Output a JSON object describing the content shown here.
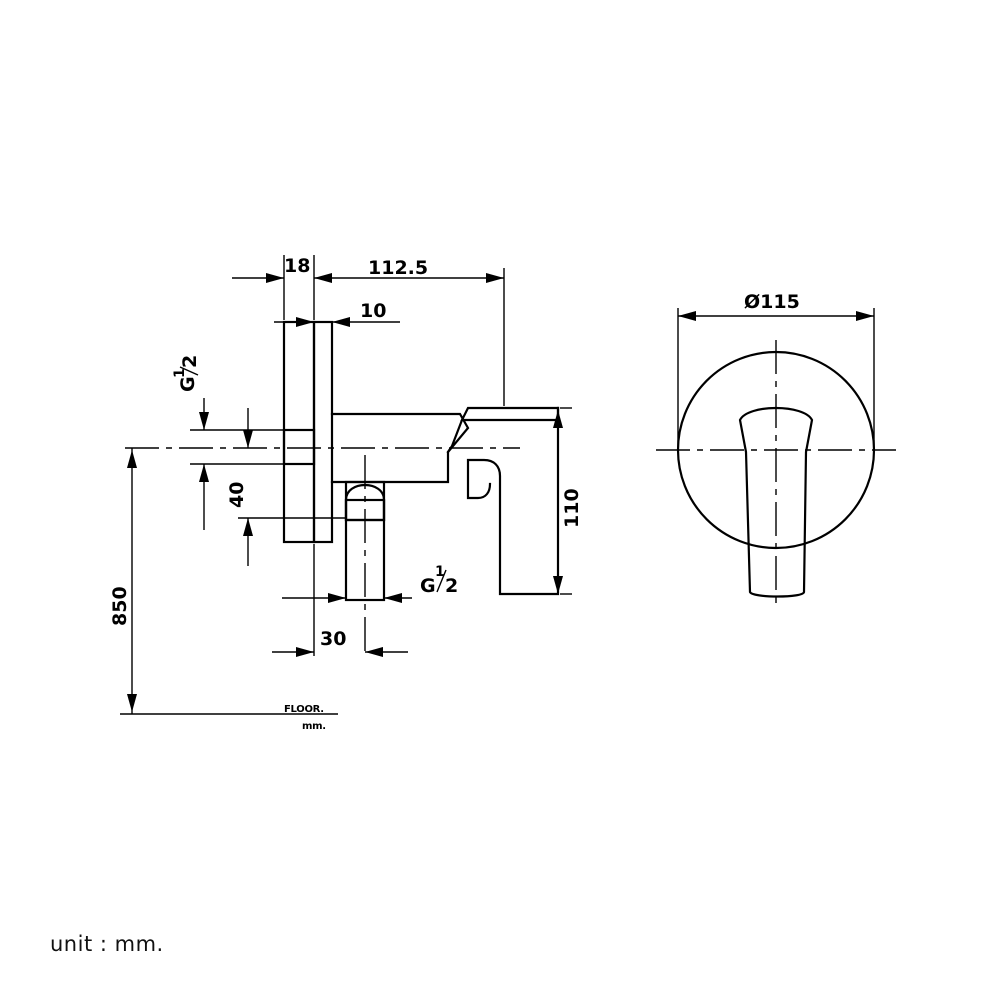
{
  "dimensions": {
    "plate_thickness": "18",
    "body_depth": "112.5",
    "offset": "10",
    "diameter": "Ø115",
    "height_40": "40",
    "height_110": "110",
    "mount_height": "850",
    "outlet_width": "30",
    "thread_main": "G",
    "thread_num": "1",
    "thread_den": "2"
  },
  "labels": {
    "floor": "FLOOR.",
    "mm_small": "mm.",
    "unit_note": "unit : mm."
  }
}
